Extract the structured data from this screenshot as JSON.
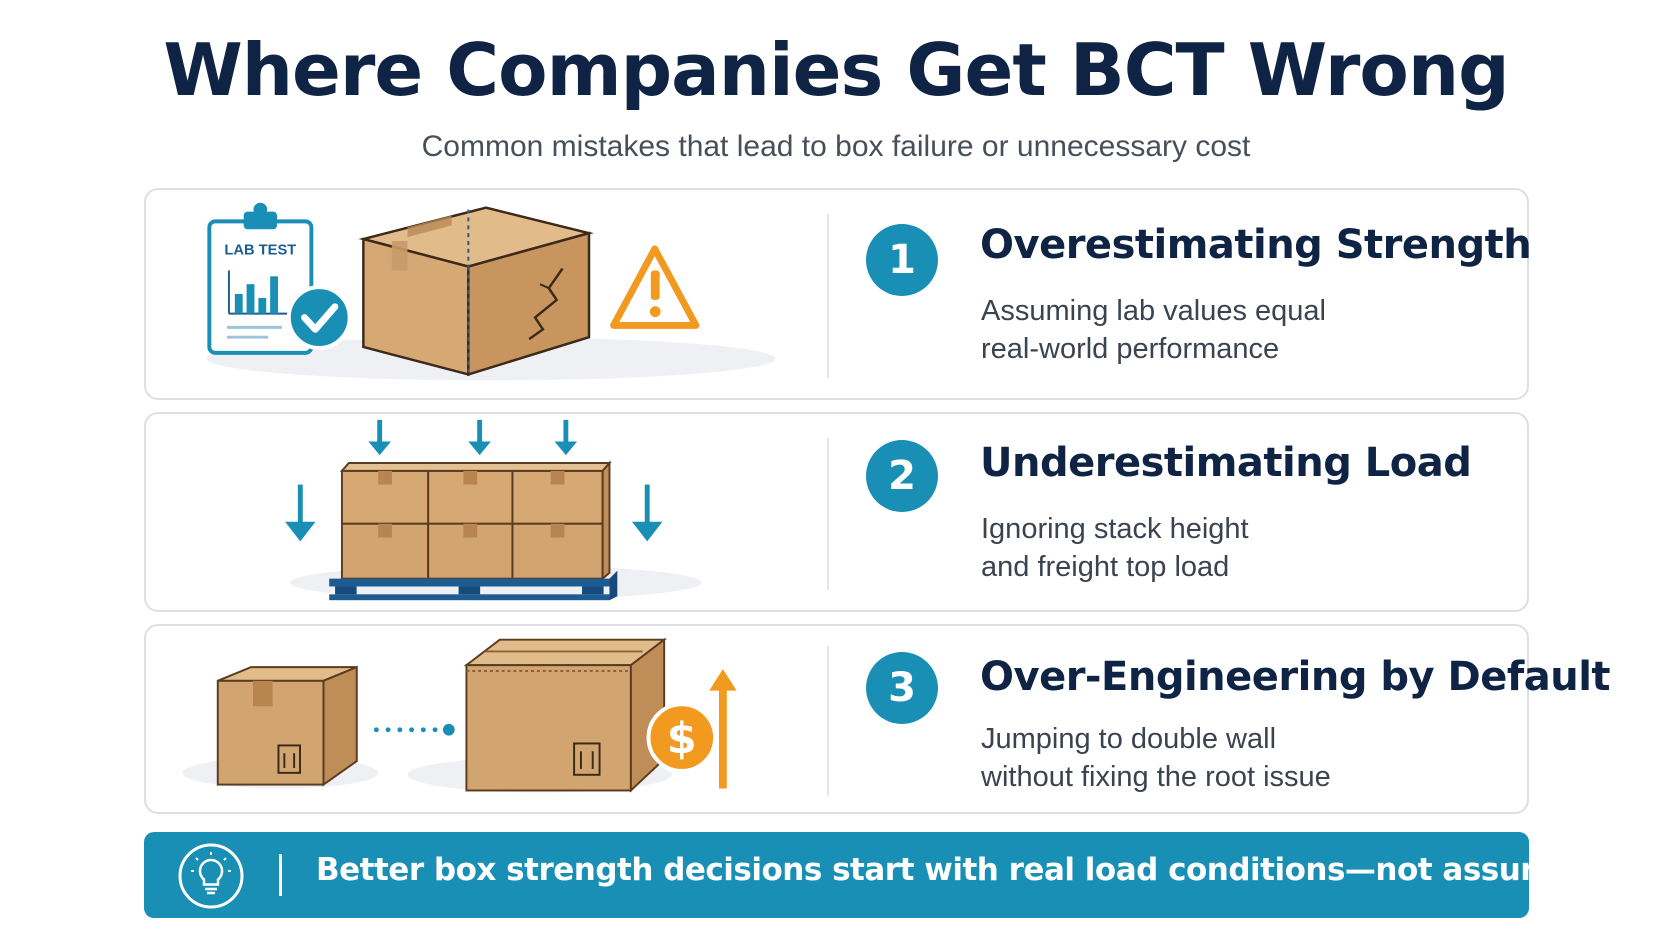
{
  "header": {
    "title": "Where Companies Get BCT Wrong",
    "subtitle": "Common mistakes that lead to box failure or unnecessary cost"
  },
  "mistakes": [
    {
      "number": "1",
      "title": "Overestimating Strength",
      "desc_line1": "Assuming lab values equal",
      "desc_line2": "real-world performance",
      "illustration_label": "LAB TEST",
      "icons": [
        "clipboard-chart-icon",
        "check-circle-icon",
        "cracked-box-icon",
        "warning-triangle-icon"
      ]
    },
    {
      "number": "2",
      "title": "Underestimating Load",
      "desc_line1": "Ignoring stack height",
      "desc_line2": "and freight top load",
      "icons": [
        "down-arrow-icon",
        "box-stack-icon",
        "pallet-icon"
      ]
    },
    {
      "number": "3",
      "title": "Over-Engineering by Default",
      "desc_line1": "Jumping to double wall",
      "desc_line2": "without fixing the root issue",
      "illustration_symbol": "$",
      "icons": [
        "small-box-icon",
        "dotted-arrow-icon",
        "large-box-icon",
        "dollar-coin-icon",
        "up-arrow-icon"
      ]
    }
  ],
  "banner": {
    "message": "Better box strength decisions start with real load conditions—not assumptions.",
    "icon": "lightbulb-icon"
  },
  "colors": {
    "accent": "#1a8fb5",
    "navy": "#0f2344",
    "cardboard": "#d2a470",
    "warning": "#f29a1f",
    "pallet": "#1d5c93"
  }
}
